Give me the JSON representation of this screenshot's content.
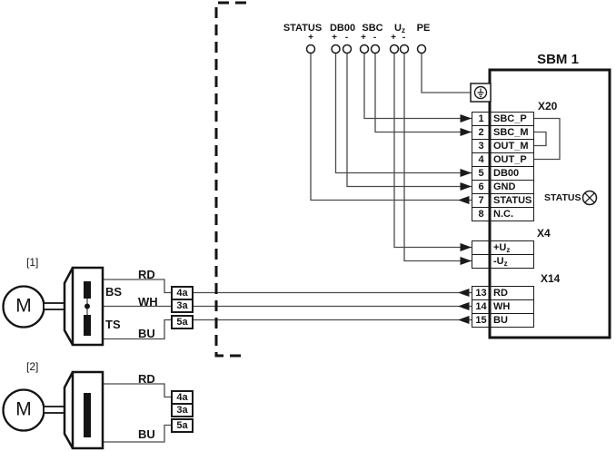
{
  "colors": {
    "wire": "#4a4a4a",
    "outline": "#141414",
    "background": "#ffffff"
  },
  "header_terminals": {
    "groups": [
      {
        "label": "STATUS",
        "sub": "",
        "polarities": [
          "+"
        ]
      },
      {
        "label": "DB00",
        "sub": "",
        "polarities": [
          "+",
          "-"
        ]
      },
      {
        "label": "SBC",
        "sub": "",
        "polarities": [
          "+",
          "-"
        ]
      },
      {
        "label": "U",
        "sub": "z",
        "polarities": [
          "+",
          "-"
        ]
      },
      {
        "label": "PE",
        "sub": "",
        "polarities": []
      }
    ]
  },
  "module": {
    "title": "SBM 1",
    "status_indicator": {
      "label": "STATUS"
    },
    "x20": {
      "label": "X20",
      "rows": [
        {
          "num": "1",
          "name": "SBC_P"
        },
        {
          "num": "2",
          "name": "SBC_M"
        },
        {
          "num": "3",
          "name": "OUT_M"
        },
        {
          "num": "4",
          "name": "OUT_P"
        },
        {
          "num": "5",
          "name": "DB00"
        },
        {
          "num": "6",
          "name": "GND"
        },
        {
          "num": "7",
          "name": "STATUS"
        },
        {
          "num": "8",
          "name": "N.C."
        }
      ]
    },
    "x4": {
      "label": "X4",
      "rows": [
        {
          "num": "",
          "name": "+U",
          "sub": "z"
        },
        {
          "num": "",
          "name": "-U",
          "sub": "z"
        }
      ]
    },
    "x14": {
      "label": "X14",
      "rows": [
        {
          "num": "13",
          "name": "RD"
        },
        {
          "num": "14",
          "name": "WH"
        },
        {
          "num": "15",
          "name": "BU"
        }
      ]
    }
  },
  "motors": [
    {
      "ref": "[1]",
      "letter": "M",
      "coil_top": "BS",
      "coil_bottom": "TS",
      "wire_top": "RD",
      "wire_mid": "WH",
      "wire_bottom": "BU",
      "terminals": [
        "4a",
        "3a",
        "5a"
      ]
    },
    {
      "ref": "[2]",
      "letter": "M",
      "wire_top": "RD",
      "wire_bottom": "BU",
      "terminals": [
        "4a",
        "3a",
        "5a"
      ]
    }
  ]
}
